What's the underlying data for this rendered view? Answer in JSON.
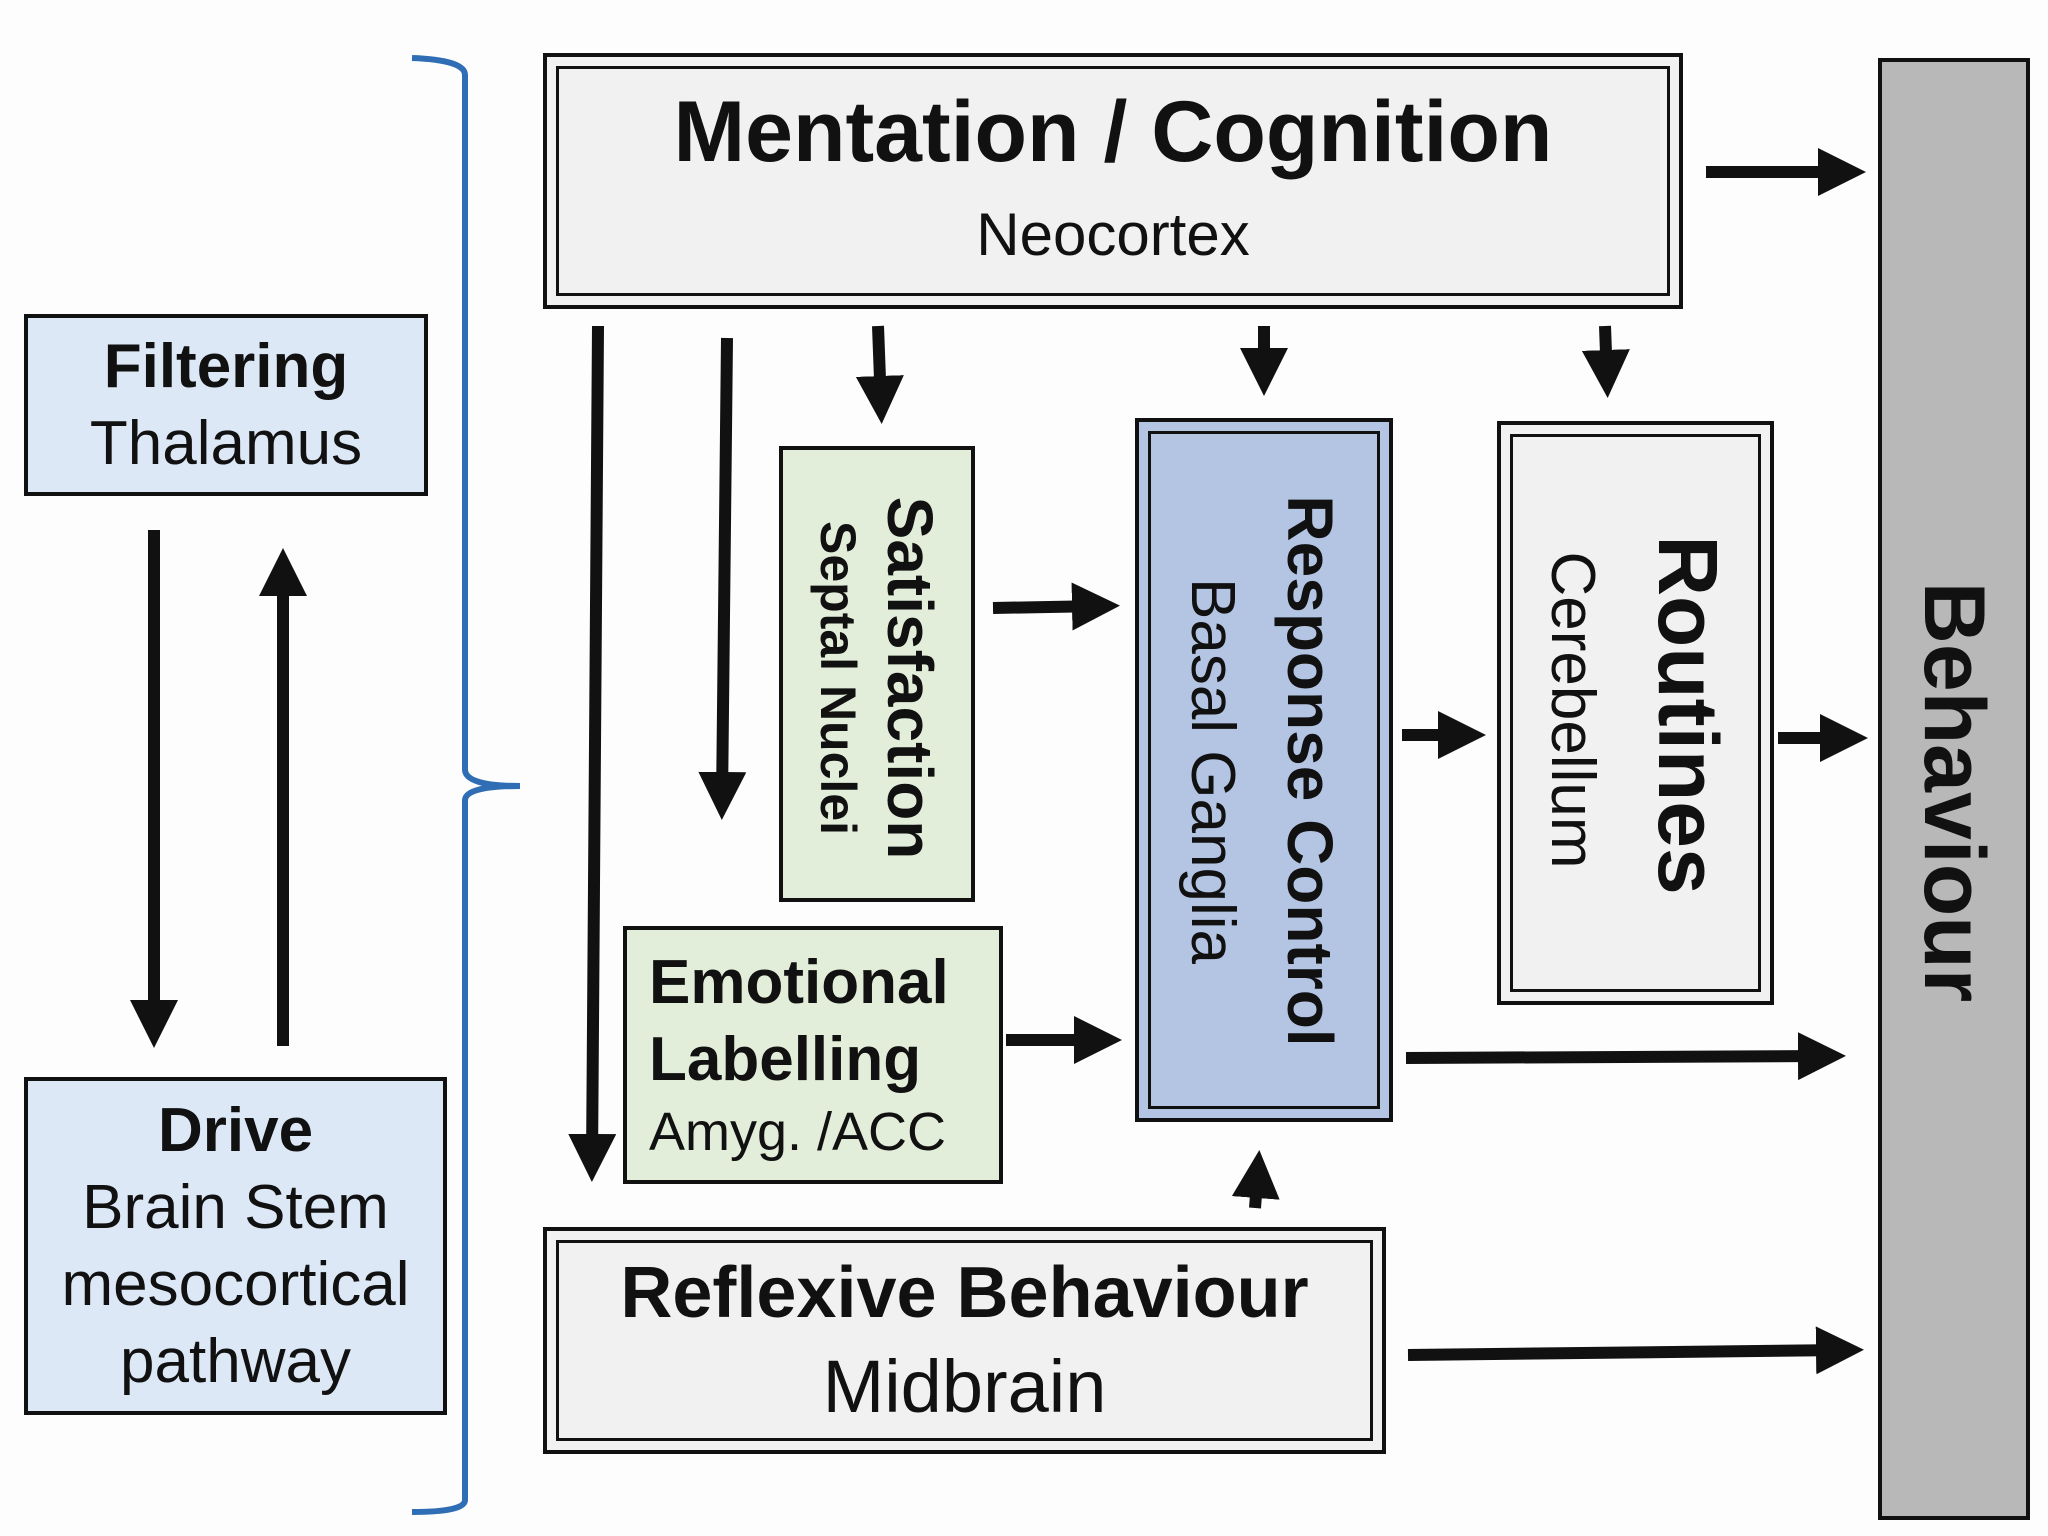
{
  "colors": {
    "blue_fill": "#dde8f7",
    "green_fill": "#e2eed9",
    "gray_fill": "#f1f1f1",
    "response_fill": "#b4c5e4",
    "behaviour_fill": "#b8b8b8",
    "bracket": "#2f6db5",
    "arrow": "#111111"
  },
  "mentation": {
    "title": "Mentation / Cognition",
    "sub": "Neocortex"
  },
  "filtering": {
    "title": "Filtering",
    "sub": "Thalamus"
  },
  "drive": {
    "title": "Drive",
    "sub1": "Brain Stem",
    "sub2": "mesocortical",
    "sub3": "pathway"
  },
  "satisfaction": {
    "title": "Satisfaction",
    "sub": "Septal Nuclei"
  },
  "emotional": {
    "title1": "Emotional",
    "title2": "Labelling",
    "sub": "Amyg. /ACC"
  },
  "response": {
    "title": "Response Control",
    "sub": "Basal Ganglia"
  },
  "routines": {
    "title": "Routines",
    "sub": "Cerebellum"
  },
  "reflexive": {
    "title": "Reflexive Behaviour",
    "sub": "Midbrain"
  },
  "behaviour": {
    "title": "Behaviour"
  }
}
